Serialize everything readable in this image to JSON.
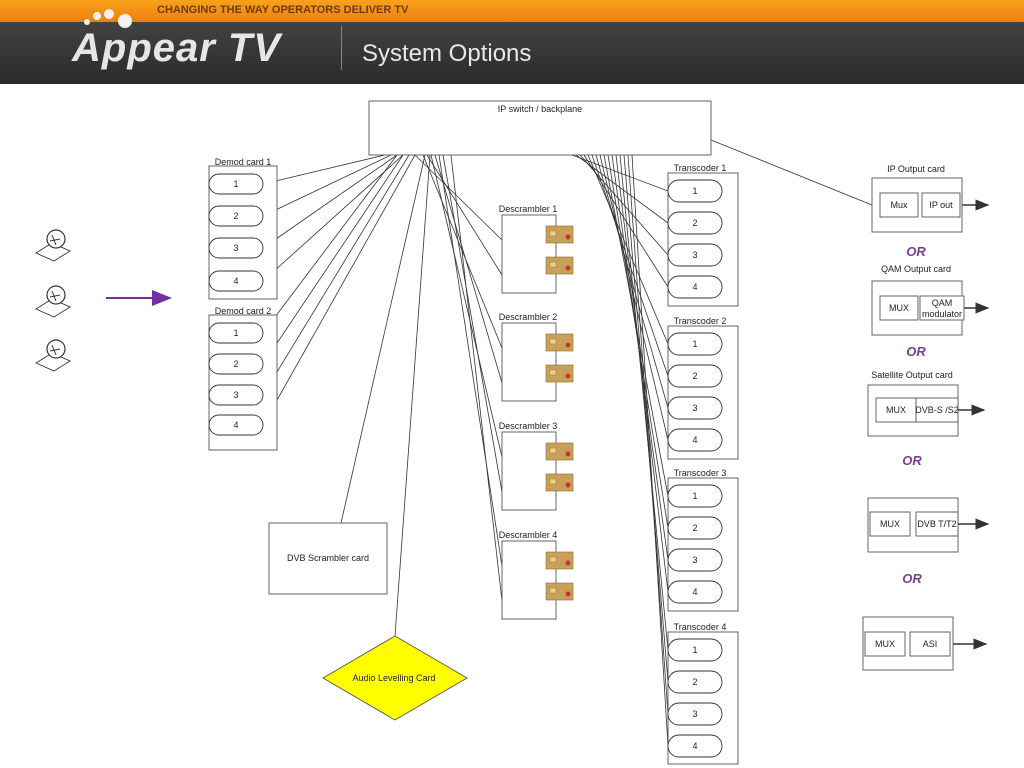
{
  "header": {
    "tagline": "CHANGING THE WAY OPERATORS DELIVER TV",
    "logo": "Appear TV",
    "title": "System Options"
  },
  "switch": {
    "label": "IP switch / backplane"
  },
  "demod_cards": [
    {
      "label": "Demod card 1",
      "ports": [
        "1",
        "2",
        "3",
        "4"
      ]
    },
    {
      "label": "Demod card 2",
      "ports": [
        "1",
        "2",
        "3",
        "4"
      ]
    }
  ],
  "descramblers": [
    {
      "label": "Descrambler 1"
    },
    {
      "label": "Descrambler 2"
    },
    {
      "label": "Descrambler 3"
    },
    {
      "label": "Descrambler 4"
    }
  ],
  "transcoders": [
    {
      "label": "Transcoder 1",
      "ports": [
        "1",
        "2",
        "3",
        "4"
      ]
    },
    {
      "label": "Transcoder 2",
      "ports": [
        "1",
        "2",
        "3",
        "4"
      ]
    },
    {
      "label": "Transcoder 3",
      "ports": [
        "1",
        "2",
        "3",
        "4"
      ]
    },
    {
      "label": "Transcoder 4",
      "ports": [
        "1",
        "2",
        "3",
        "4"
      ]
    }
  ],
  "scrambler": {
    "label": "DVB Scrambler card"
  },
  "audio": {
    "label": "Audio Levelling Card"
  },
  "output_cards": [
    {
      "title": "IP Output card",
      "left": "Mux",
      "right": "IP out"
    },
    {
      "title": "QAM Output card",
      "left": "MUX",
      "right": "QAM modulator"
    },
    {
      "title": "Satellite Output card",
      "left": "MUX",
      "right": "DVB-S /S2"
    },
    {
      "title": "",
      "left": "MUX",
      "right": "DVB T/T2"
    },
    {
      "title": "",
      "left": "MUX",
      "right": "ASI"
    }
  ],
  "or_label": "OR",
  "colors": {
    "header_orange": "#f7a21b",
    "header_dark": "#3a3a3a",
    "arrow_purple": "#7030a0",
    "or_purple": "#7a3d9a",
    "audio_yellow": "#ffff00"
  },
  "icons": {
    "satellite_dish": "satellite-dish-icon",
    "smart_card": "smart-card-icon"
  }
}
